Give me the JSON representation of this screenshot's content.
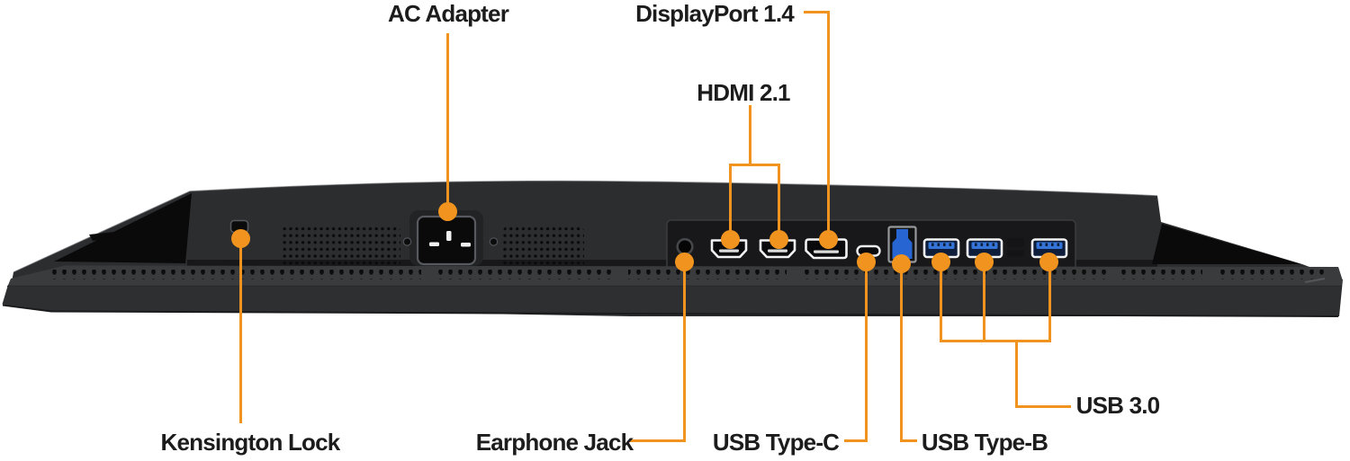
{
  "colors": {
    "accent": "#F1941F",
    "label_text": "#1C1C1C",
    "background": "#FFFFFF",
    "monitor_body": "#2C2D2F",
    "usb_blue": "#2E6FD6",
    "port_outline": "#F2F2F3"
  },
  "diagram": {
    "labels": {
      "ac_adapter": "AC Adapter",
      "displayport": "DisplayPort 1.4",
      "hdmi": "HDMI 2.1",
      "kensington": "Kensington Lock",
      "earphone": "Earphone Jack",
      "usb_c": "USB Type-C",
      "usb_b": "USB Type-B",
      "usb3": "USB 3.0"
    },
    "ports": [
      {
        "id": "kensington-lock-slot",
        "label": "Kensington Lock"
      },
      {
        "id": "ac-power-inlet",
        "label": "AC Adapter"
      },
      {
        "id": "earphone-jack",
        "label": "Earphone Jack"
      },
      {
        "id": "hdmi-port-1",
        "label": "HDMI 2.1"
      },
      {
        "id": "hdmi-port-2",
        "label": "HDMI 2.1"
      },
      {
        "id": "displayport-port",
        "label": "DisplayPort 1.4"
      },
      {
        "id": "usb-c-port",
        "label": "USB Type-C"
      },
      {
        "id": "usb-b-port",
        "label": "USB Type-B"
      },
      {
        "id": "usb-a-port-1",
        "label": "USB 3.0"
      },
      {
        "id": "usb-a-port-2",
        "label": "USB 3.0"
      },
      {
        "id": "usb-a-port-3",
        "label": "USB 3.0"
      }
    ]
  }
}
